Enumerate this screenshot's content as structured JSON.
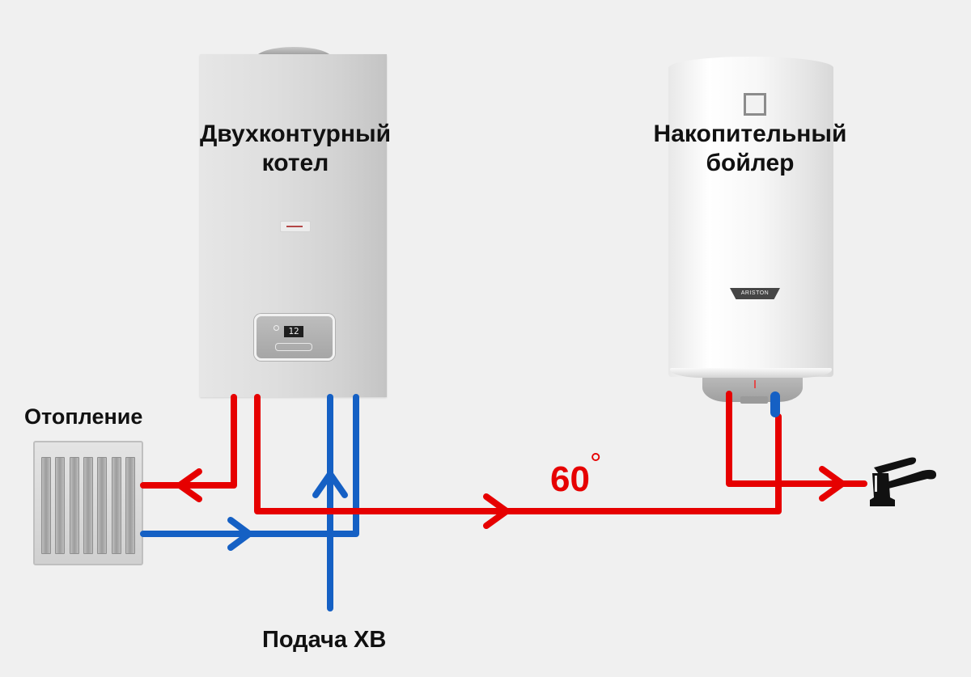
{
  "labels": {
    "boiler_line1": "Двухконтурный",
    "boiler_line2": "котел",
    "heater_line1": "Накопительный",
    "heater_line2": "бойлер",
    "heating": "Отопление",
    "cold_supply": "Подача ХВ",
    "temperature_value": "60",
    "temperature_unit": "°"
  },
  "devices": {
    "boiler": {
      "display_value": "12"
    },
    "heater": {
      "brand_badge": "ARISTON"
    }
  },
  "colors": {
    "hot_pipe": "#e60000",
    "cold_pipe": "#1560c4",
    "background": "#f0f0f0",
    "text": "#111111"
  },
  "icons": {
    "faucet": "faucet-icon",
    "radiator": "radiator-icon",
    "arrow": "arrow-icon"
  }
}
